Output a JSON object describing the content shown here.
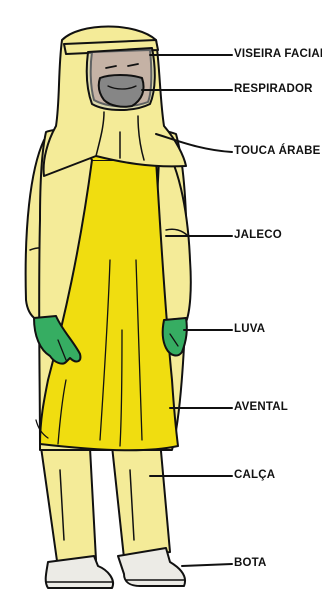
{
  "figure": {
    "subject": "protective-suit-worker",
    "colors": {
      "suit": "#f4eb98",
      "apron": "#f0dd10",
      "glove": "#36ad62",
      "boot": "#ecebe6",
      "respirator": "#868686",
      "visor": "#bfc4c6",
      "skin": "#caa58a",
      "outline": "#111111"
    }
  },
  "labels": [
    {
      "id": "visor",
      "text": "VISEIRA FACIAL"
    },
    {
      "id": "respirator",
      "text": "RESPIRADOR"
    },
    {
      "id": "hood",
      "text": "TOUCA ÁRABE"
    },
    {
      "id": "coat",
      "text": "JALECO"
    },
    {
      "id": "glove",
      "text": "LUVA"
    },
    {
      "id": "apron",
      "text": "AVENTAL"
    },
    {
      "id": "pants",
      "text": "CALÇA"
    },
    {
      "id": "boot",
      "text": "BOTA"
    }
  ]
}
